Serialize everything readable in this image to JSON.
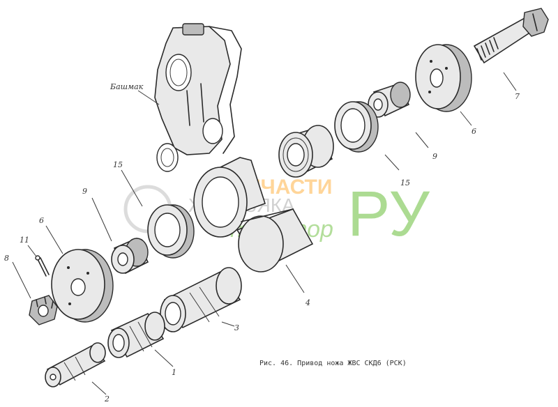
{
  "caption": "Рис. 46. Привод ножа ЖВС СКД6 (РСК)",
  "callout_label": "Башмак",
  "part_labels": {
    "p1": "1",
    "p2": "2",
    "p3": "3",
    "p4": "4",
    "p6a": "6",
    "p6b": "6",
    "p7": "7",
    "p8": "8",
    "p9a": "9",
    "p9b": "9",
    "p11": "11",
    "p15a": "15",
    "p15b": "15"
  },
  "watermark": {
    "line1": "ЗАПЧАСТИ",
    "line2": "ЖЕЛЕЗЯКА",
    "line3": "трактор",
    "suffix": "РУ"
  },
  "colors": {
    "ink": "#2a2a2a",
    "watermark_orange": "#ffb347",
    "watermark_green": "#6abf3a"
  }
}
